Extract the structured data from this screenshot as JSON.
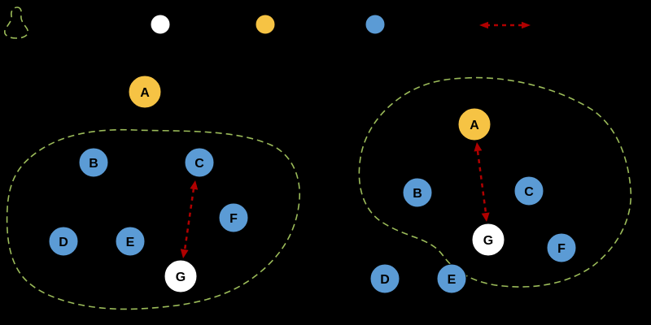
{
  "colors": {
    "background": "#000000",
    "cluster_outline": "#9bbb59",
    "node_blue": "#5b9bd5",
    "node_yellow": "#f6c344",
    "node_white": "#ffffff",
    "node_label": "#000000",
    "arrow": "#b00000"
  },
  "legend": {
    "items": [
      {
        "name": "cluster-dashed-outline",
        "swatch": "dashed-green-blob"
      },
      {
        "name": "white-node",
        "swatch": "#ffffff"
      },
      {
        "name": "yellow-node",
        "swatch": "#f6c344"
      },
      {
        "name": "blue-node",
        "swatch": "#5b9bd5"
      },
      {
        "name": "double-headed-dashed-arrow",
        "swatch": "#b00000"
      }
    ]
  },
  "left_diagram": {
    "nodes": [
      {
        "id": "A",
        "label": "A",
        "kind": "yellow",
        "in_cluster": false
      },
      {
        "id": "B",
        "label": "B",
        "kind": "blue",
        "in_cluster": true
      },
      {
        "id": "C",
        "label": "C",
        "kind": "blue",
        "in_cluster": true
      },
      {
        "id": "D",
        "label": "D",
        "kind": "blue",
        "in_cluster": true
      },
      {
        "id": "E",
        "label": "E",
        "kind": "blue",
        "in_cluster": true
      },
      {
        "id": "F",
        "label": "F",
        "kind": "blue",
        "in_cluster": true
      },
      {
        "id": "G",
        "label": "G",
        "kind": "white",
        "in_cluster": true
      }
    ],
    "arrow": {
      "from": "C",
      "to": "G",
      "style": "dashed-double-headed"
    }
  },
  "right_diagram": {
    "nodes": [
      {
        "id": "A",
        "label": "A",
        "kind": "yellow",
        "in_cluster": true
      },
      {
        "id": "B",
        "label": "B",
        "kind": "blue",
        "in_cluster": true
      },
      {
        "id": "C",
        "label": "C",
        "kind": "blue",
        "in_cluster": true
      },
      {
        "id": "D",
        "label": "D",
        "kind": "blue",
        "in_cluster": false
      },
      {
        "id": "E",
        "label": "E",
        "kind": "blue",
        "in_cluster": false
      },
      {
        "id": "F",
        "label": "F",
        "kind": "blue",
        "in_cluster": true
      },
      {
        "id": "G",
        "label": "G",
        "kind": "white",
        "in_cluster": true
      }
    ],
    "arrow": {
      "from": "A",
      "to": "G",
      "style": "dashed-double-headed"
    }
  }
}
